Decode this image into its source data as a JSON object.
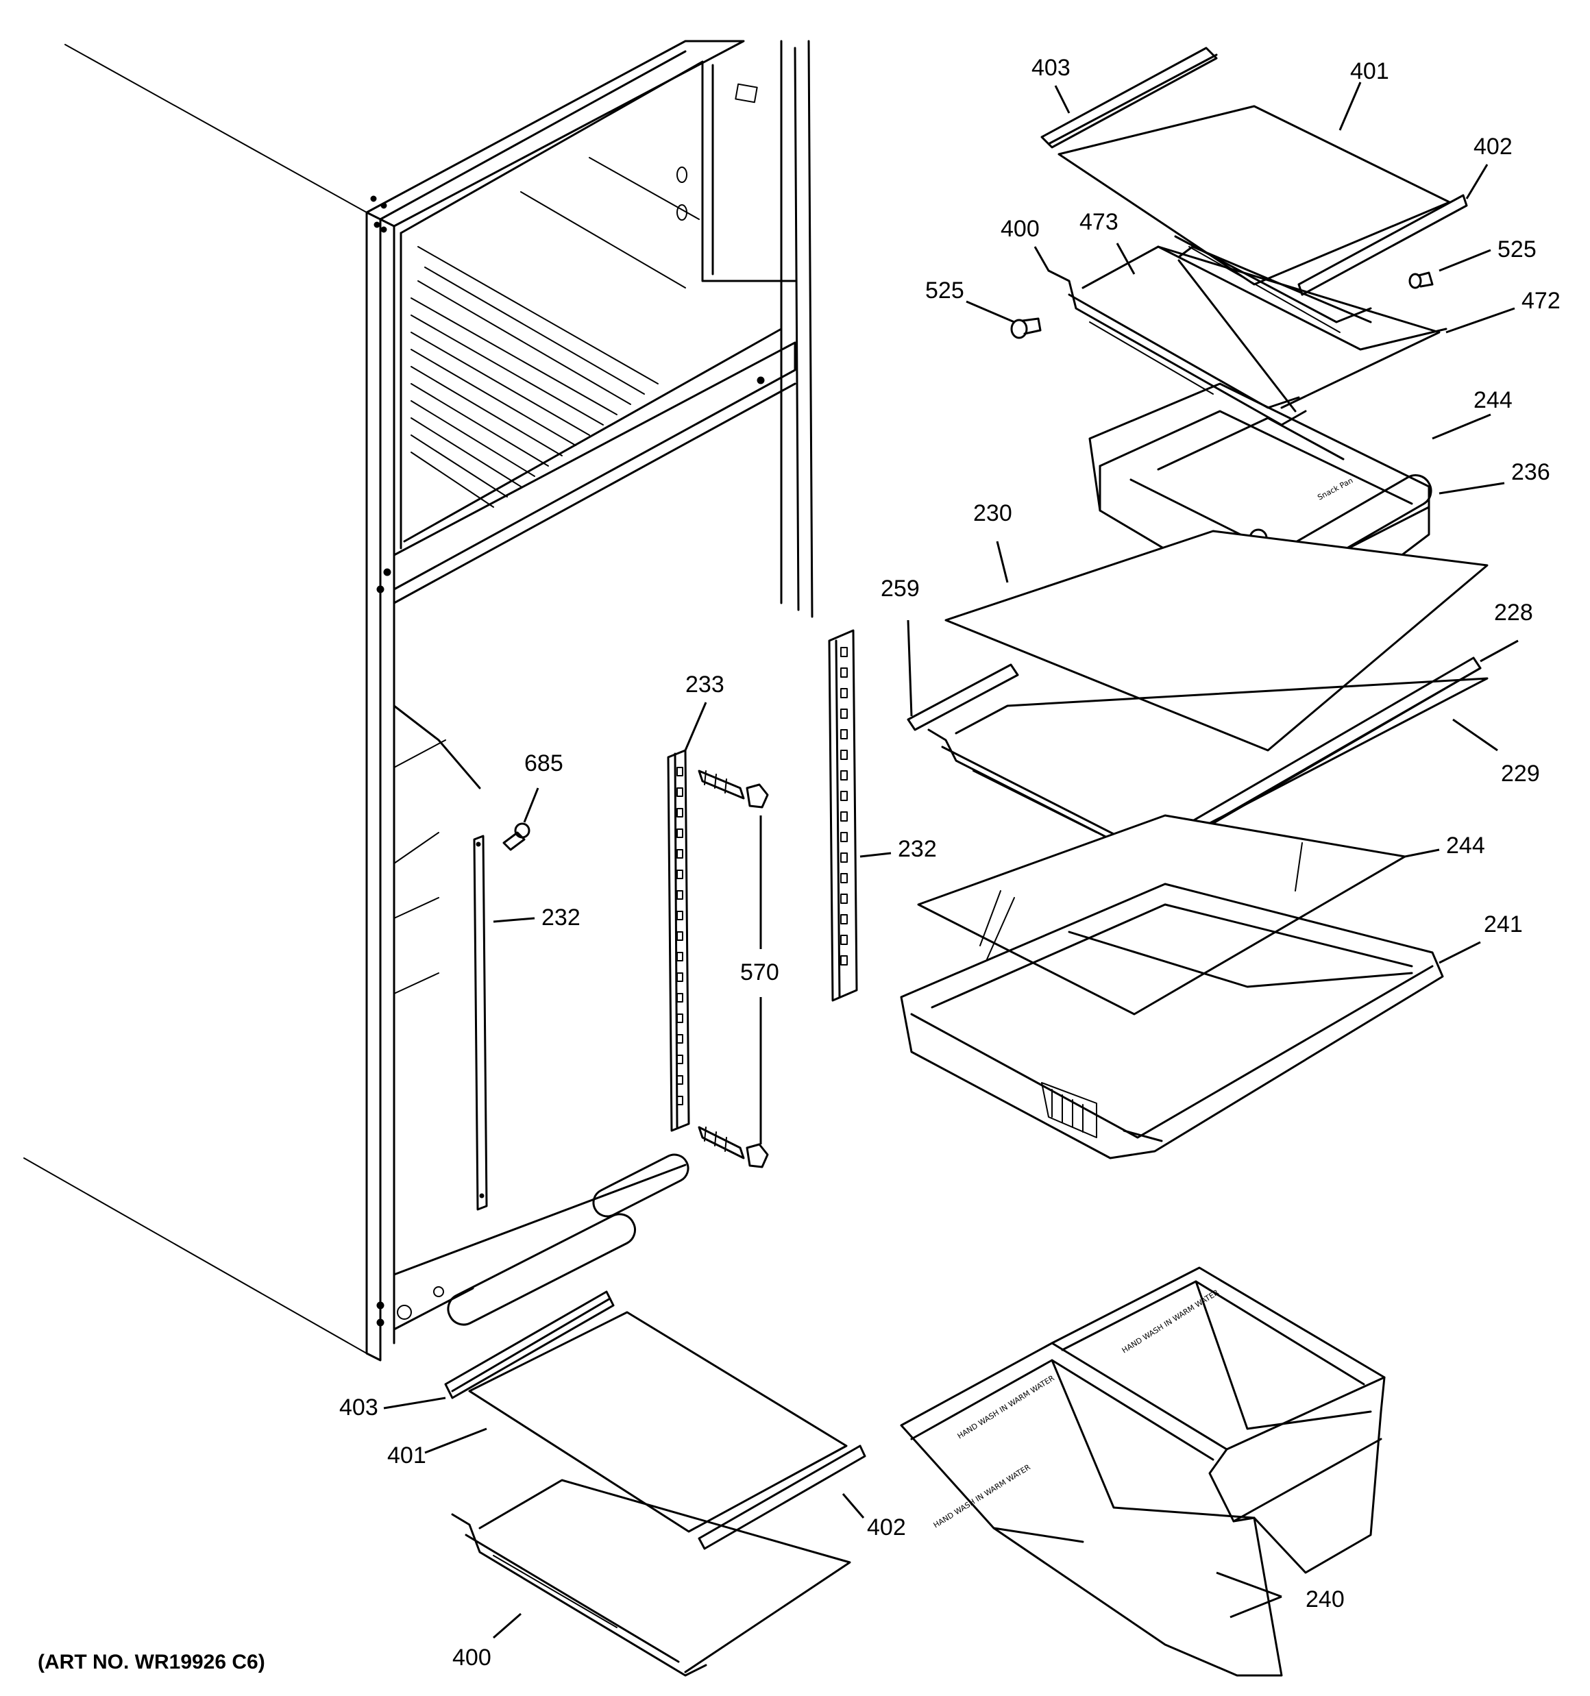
{
  "art_number": "(ART NO. WR19926 C6)",
  "callouts": {
    "c403_top": "403",
    "c401_top": "401",
    "c402_top": "402",
    "c400_top": "400",
    "c473": "473",
    "c525_right": "525",
    "c525_left": "525",
    "c472": "472",
    "c244_top": "244",
    "c236": "236",
    "c230": "230",
    "c259": "259",
    "c228": "228",
    "c229": "229",
    "c233": "233",
    "c685": "685",
    "c232_mid": "232",
    "c232_left": "232",
    "c570": "570",
    "c244_bottom": "244",
    "c241": "241",
    "c403_bottom": "403",
    "c401_bottom": "401",
    "c402_bottom": "402",
    "c400_bottom": "400",
    "c240": "240"
  },
  "embossed_text": {
    "snack_pan": "Snack Pan",
    "hand_wash_1": "HAND WASH IN WARM WATER",
    "hand_wash_2": "HAND WASH IN WARM WATER",
    "hand_wash_3": "HAND WASH IN WARM WATER"
  }
}
